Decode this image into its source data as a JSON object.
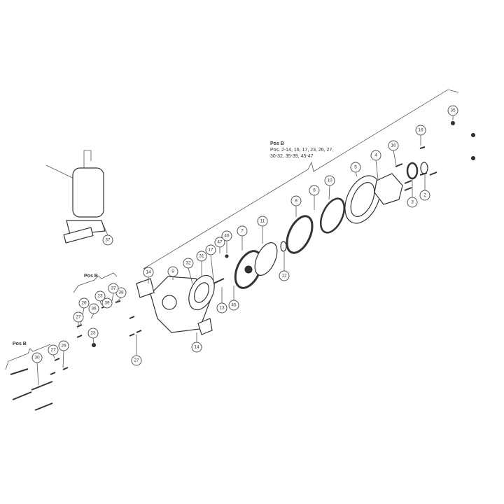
{
  "group_note": {
    "title": "Pos B",
    "lines": [
      "Pos. 2-14, 16, 17, 23, 26, 27,",
      "30-32, 35-39, 45-47"
    ]
  },
  "sub_labels": [
    "Pos B",
    "Pos B"
  ],
  "callouts": [
    "35",
    "16",
    "16",
    "4",
    "5",
    "10",
    "6",
    "8",
    "11",
    "7",
    "46",
    "47",
    "17",
    "31",
    "32",
    "9",
    "14",
    "38",
    "37",
    "23",
    "39",
    "36",
    "26",
    "27",
    "23",
    "14",
    "27",
    "13",
    "45",
    "12",
    "3",
    "2",
    "37",
    "30",
    "27",
    "26"
  ]
}
